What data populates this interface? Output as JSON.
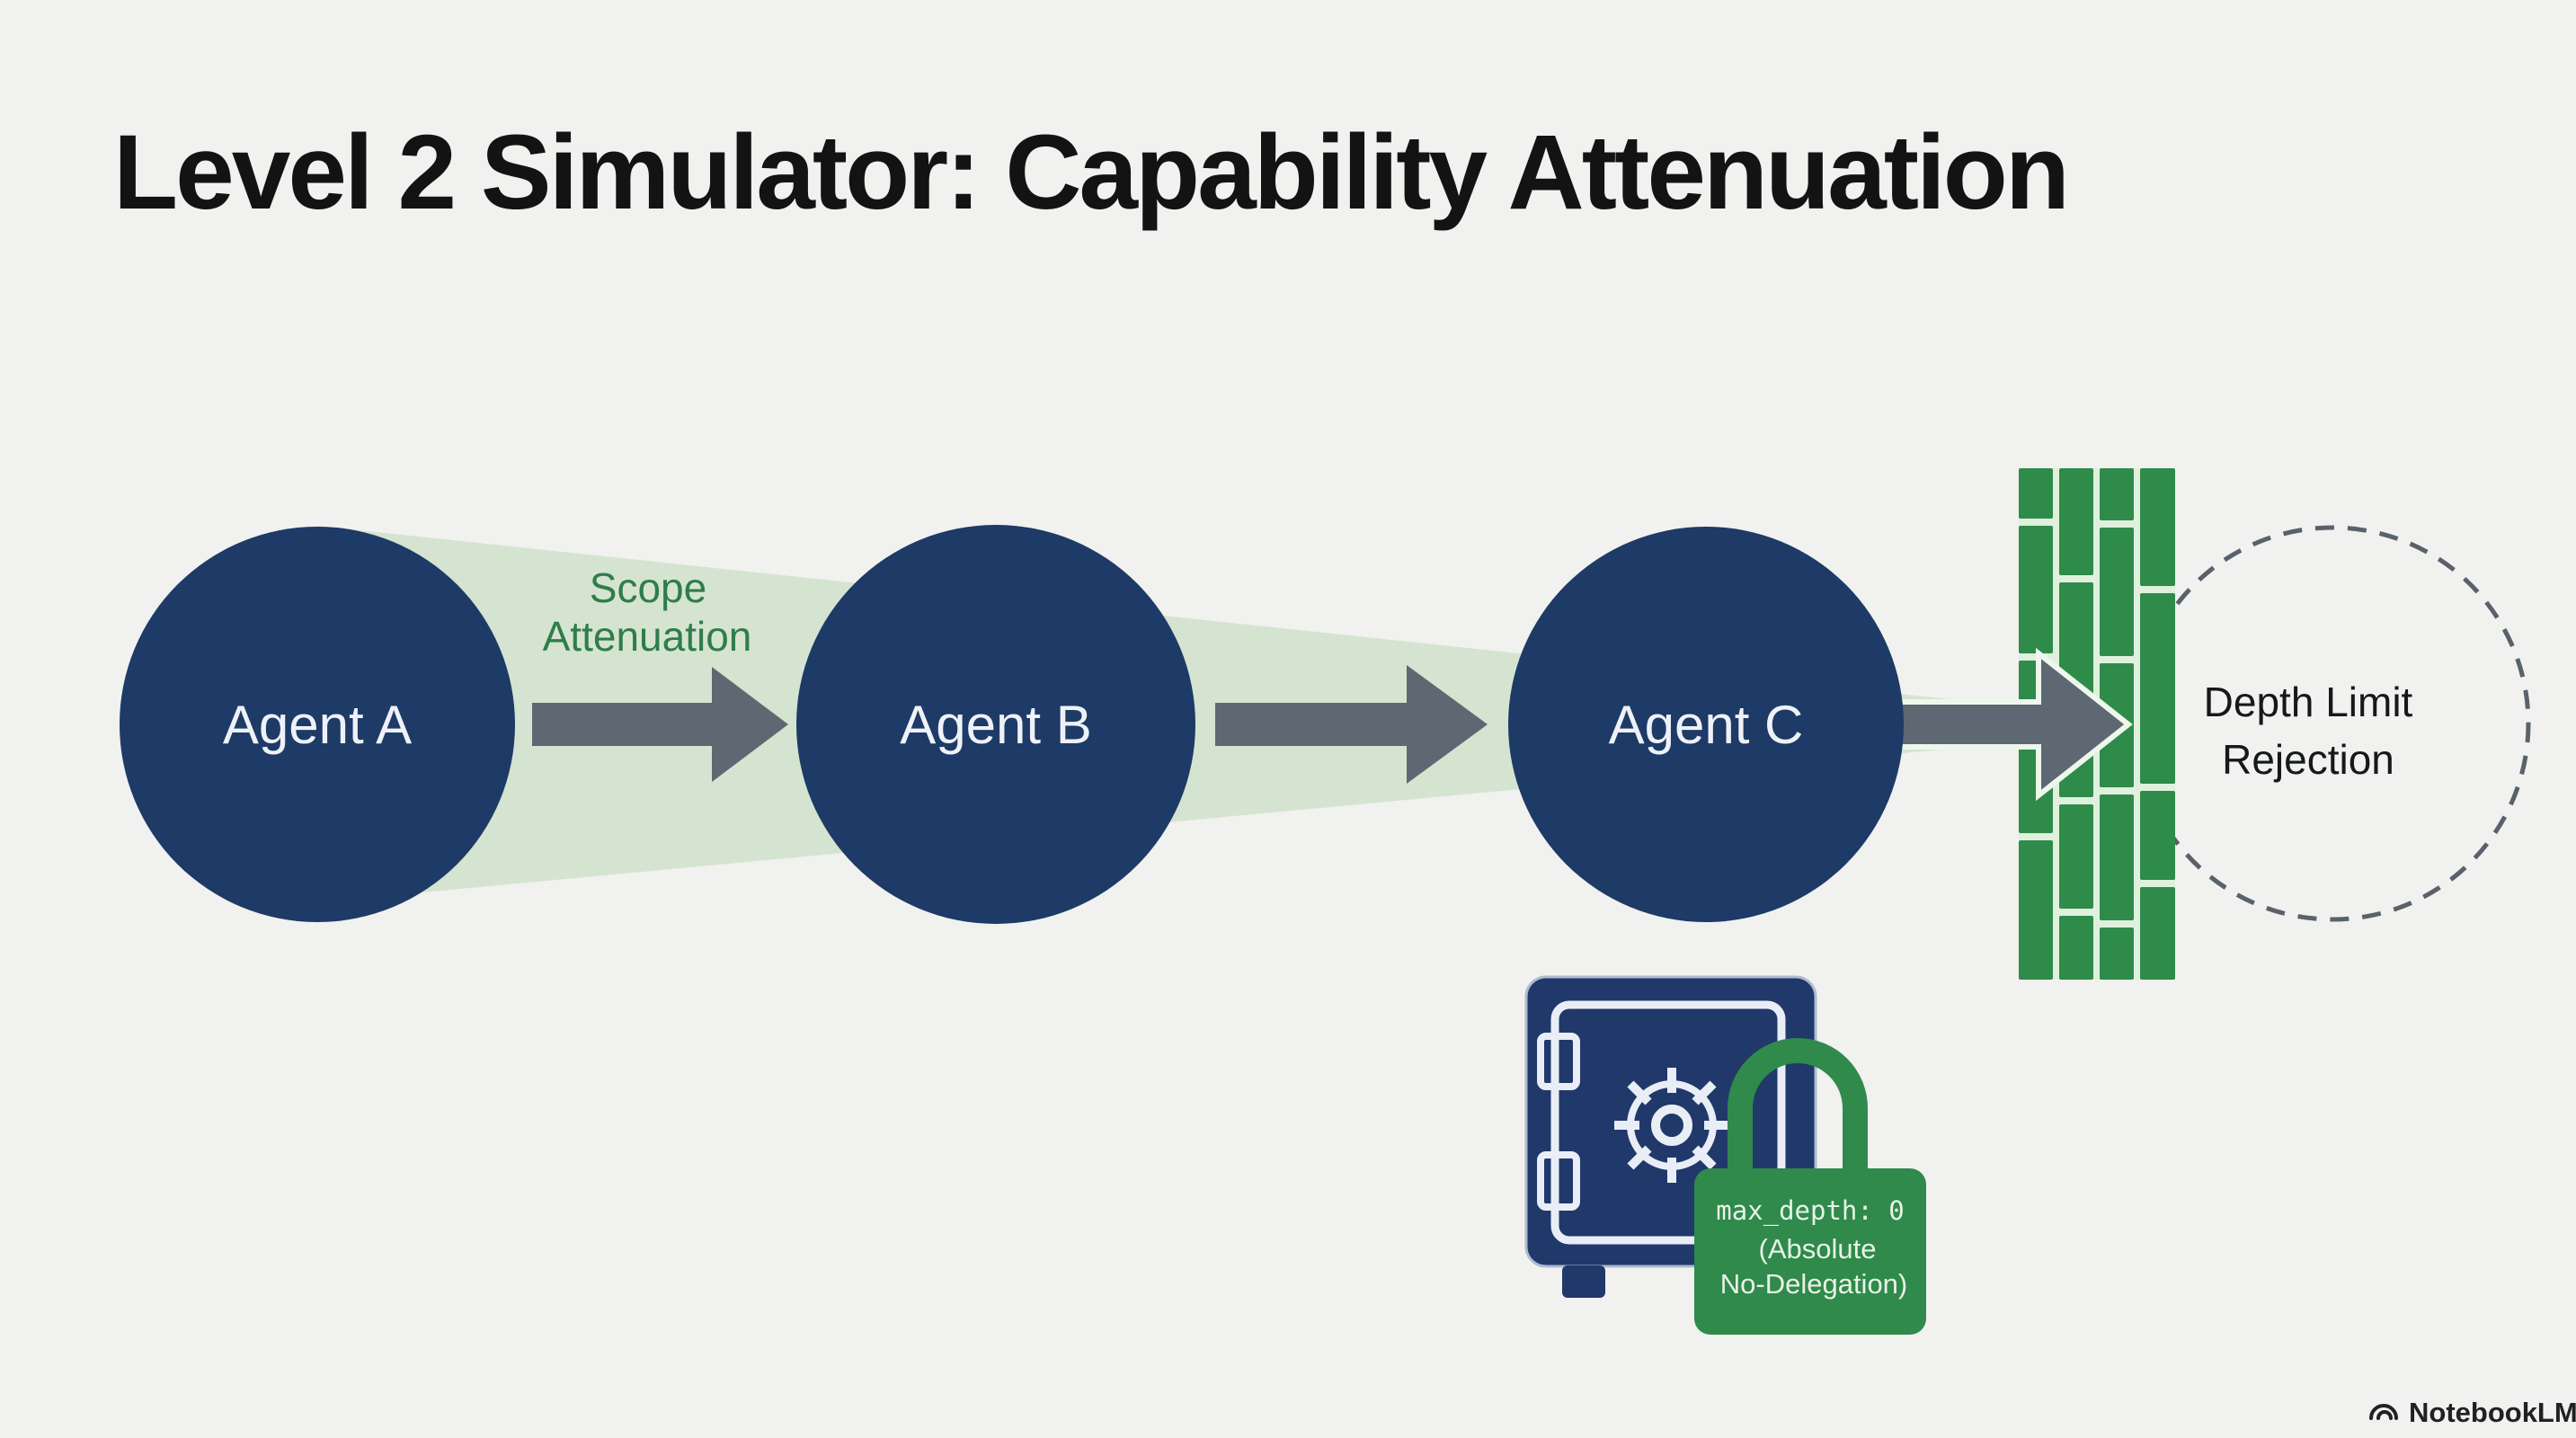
{
  "title": "Level 2 Simulator: Capability Attenuation",
  "colors": {
    "background": "#f1f1ef",
    "agent_navy": "#1e3a66",
    "agent_label": "#eef2f8",
    "band_green": "#d5e4d0",
    "label_green": "#2f7d4a",
    "arrow_gray": "#5d6872",
    "brick_green": "#2e8b49",
    "mortar_green": "#dff0dc",
    "rejection_text": "#15181c",
    "safe_navy": "#21386a",
    "padlock_green": "#2f8a4c",
    "padlock_text": "#e8f3e6",
    "title_color": "#131313",
    "watermark_color": "#202124"
  },
  "agents": [
    {
      "label": "Agent A"
    },
    {
      "label": "Agent B"
    },
    {
      "label": "Agent C"
    }
  ],
  "band_label": {
    "line1": "Scope",
    "line2": "Attenuation"
  },
  "rejection_label": {
    "line1": "Depth Limit",
    "line2": "Rejection"
  },
  "padlock": {
    "line1": "max_depth: 0",
    "line2": "(Absolute",
    "line3": "No-Delegation)"
  },
  "watermark": {
    "label": "NotebookLM"
  }
}
